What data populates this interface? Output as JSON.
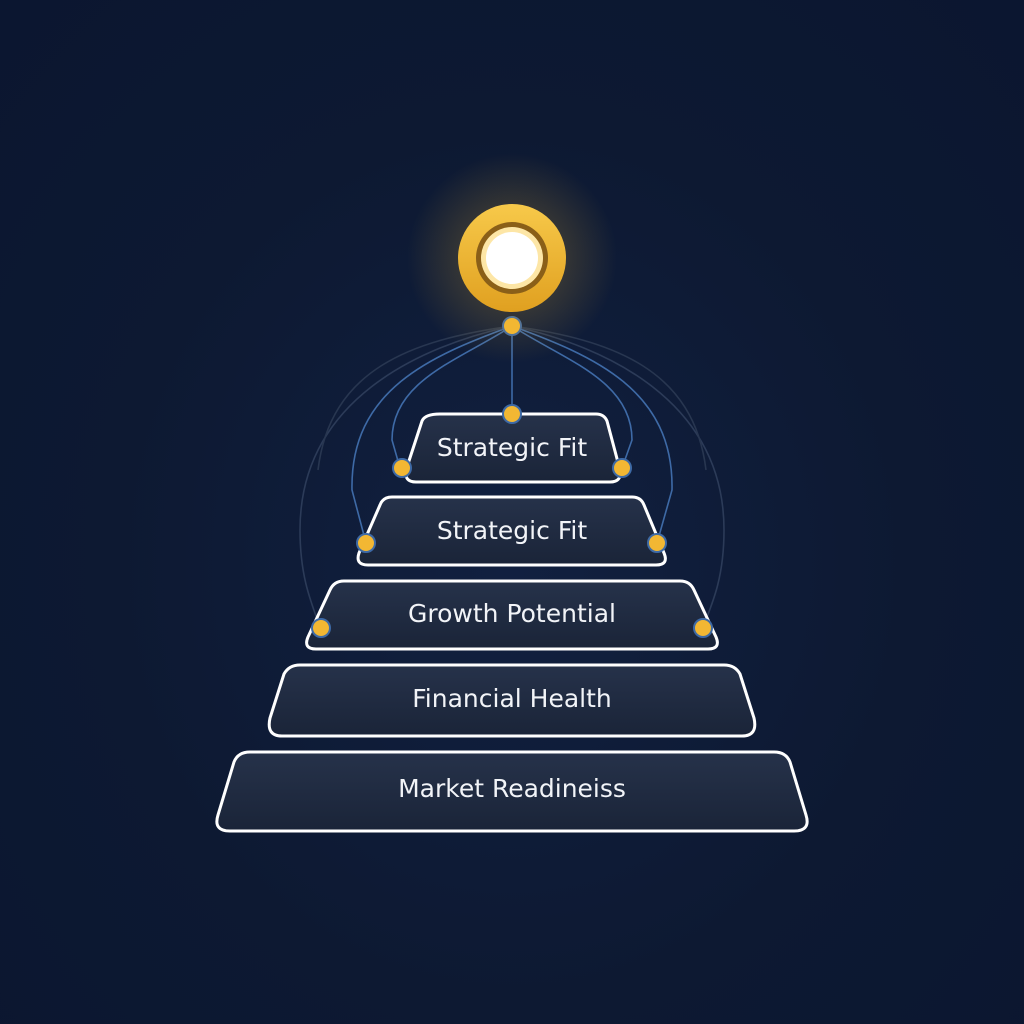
{
  "diagram": {
    "tiers": [
      {
        "label": "Strategic Fit"
      },
      {
        "label": "Strategic Fit"
      },
      {
        "label": "Growth Potential"
      },
      {
        "label": "Financial Health"
      },
      {
        "label": "Market Readineiss"
      }
    ]
  },
  "colors": {
    "background": "#0d1932",
    "tier_fill": "#1f2a40",
    "tier_stroke": "#ffffff",
    "node": "#f2b733",
    "connector": "#3e6aa6",
    "glow": "#f5b92e"
  }
}
